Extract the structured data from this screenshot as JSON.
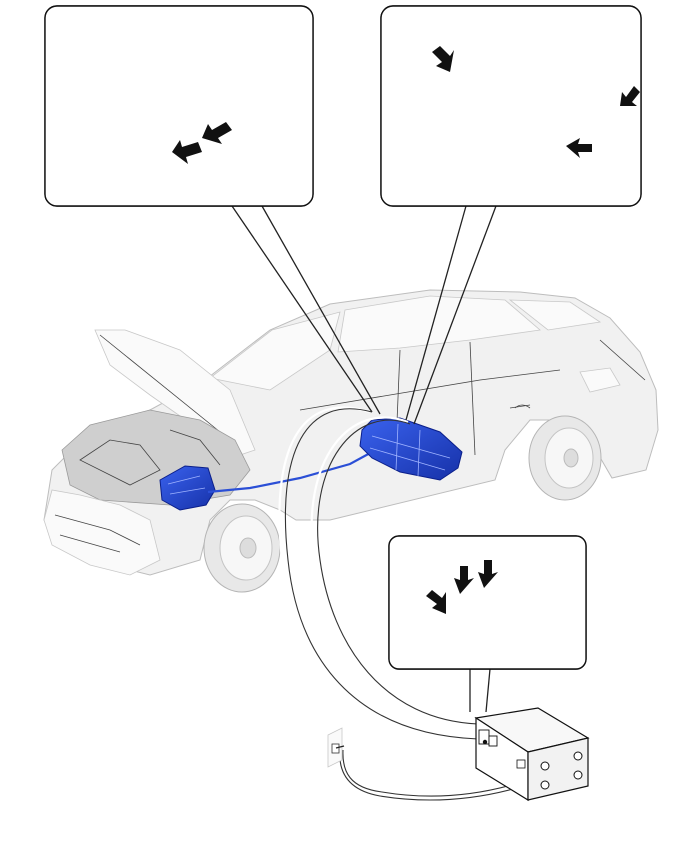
{
  "colors": {
    "component_blue": "#2b4fd6",
    "component_blue_dark": "#1631a8",
    "marker_red": "#e0242e",
    "outline": "#111111",
    "vehicle_gray": "#f1f1f1"
  },
  "callouts": {
    "top_left": {
      "arrow_count": 2
    },
    "top_right": {
      "arrow_count": 3
    },
    "charger": {
      "arrow_count": 3
    }
  }
}
